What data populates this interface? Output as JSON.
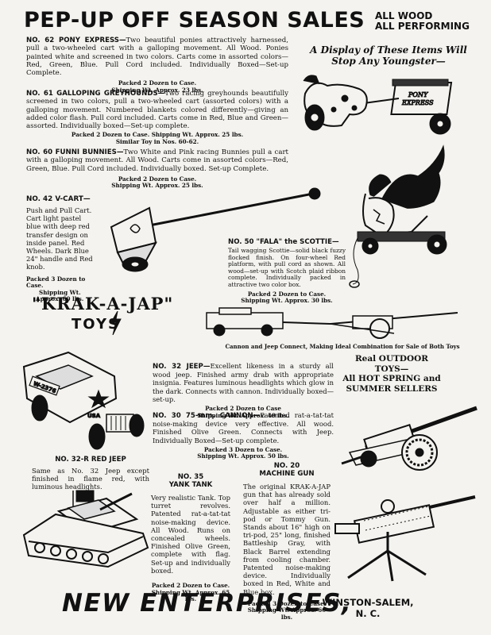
{
  "header": {
    "title": "PEP-UP OFF SEASON SALES",
    "tag_line1": "ALL WOOD",
    "tag_line2": "ALL PERFORMING"
  },
  "display_banner": {
    "line1": "A Display of These Items Will",
    "line2": "Stop Any Youngster—"
  },
  "items": {
    "pony": {
      "title": "NO. 62 PONY EXPRESS—",
      "text": "Two beautiful ponies attractively harnessed, pull a two-wheeled cart with a galloping movement. All Wood. Ponies painted white and screened in two colors. Carts come in assorted colors—Red, Green, Blue. Pull Cord included. Individually Boxed—Set-up Complete.",
      "pack1": "Packed 2 Dozen to Case.",
      "pack2": "Shipping Wt. Approx. 23 lbs.",
      "cart_label1": "PONY",
      "cart_label2": "EXPRESS"
    },
    "greyhounds": {
      "title": "NO. 61 GALLOPING GREYHOUNDS—",
      "text": "Two racing greyhounds beautifully screened in two colors, pull a two-wheeled cart (assorted colors) with a galloping movement. Numbered blankets colored differently—giving an added color flash. Pull cord included. Carts come in Red, Blue and Green—assorted. Individually boxed—Set-up complete.",
      "pack1": "Packed 2 Dozen to Case. Shipping Wt. Approx. 25 lbs.",
      "pack2": "Similar Toy in Nos. 60-62."
    },
    "bunnies": {
      "title": "NO. 60 FUNNI BUNNIES—",
      "text": "Two White and Pink racing Bunnies pull a cart with a galloping movement. All Wood. Carts come in assorted colors—Red, Green, Blue. Pull Cord included. Individually boxed. Set-up Complete.",
      "pack1": "Packed 2 Dozen to Case.",
      "pack2": "Shipping Wt. Approx. 25 lbs."
    },
    "vcart": {
      "title": "NO. 42 V-CART—",
      "text": "Push and Pull Cart. Cart light pastel blue with deep red transfer design on inside panel. Red Wheels. Dark Blue 24\" handle and Red knob.",
      "pack1": "Packed 3 Dozen to Case.",
      "pack2": "Shipping Wt.",
      "pack3": "Approx. 60 lbs."
    },
    "scottie": {
      "title": "NO. 50 \"FALA\" the SCOTTIE—",
      "text": "Tail wagging Scottie—solid black fuzzy flocked finish. On four-wheel Red platform, with pull cord as shown. All wood—set-up with Scotch plaid ribbon complete. Individually packed in attractive two color box.",
      "pack1": "Packed 2 Dozen to Case.",
      "pack2": "Shipping Wt. Approx. 30 lbs."
    },
    "jeep": {
      "title": "NO. 32 JEEP—",
      "text": "Excellent likeness in a sturdy all wood jeep. Finished army drab with appropriate insignia. Features luminous headlights which glow in the dark. Connects with cannon. Individually boxed—set-up.",
      "pack1": "Packed 2 Dozen to Case",
      "pack2": "Shipping Wt. Approx. 40 lbs.",
      "plate": "W-2376",
      "hood_text": "USA"
    },
    "cannon": {
      "title": "NO. 30 75-mm. CANNON—",
      "text": "Patented rat-a-tat-tat noise-making device very effective. All wood. Finished Olive Green. Connects with Jeep. Individually Boxed—Set-up complete.",
      "pack1": "Packed 3 Dozen to Case.",
      "pack2": "Shipping Wt. Approx. 50 lbs."
    },
    "red_jeep": {
      "title": "NO. 32-R RED JEEP",
      "text": "Same as No. 32 Jeep except finished in flame red, with luminous headlights."
    },
    "tank": {
      "title1": "NO. 35",
      "title2": "YANK TANK",
      "text": "Very realistic Tank. Top turret revolves. Patented rat-a-tat-tat noise-making device. All Wood. Runs on concealed wheels. Finished Olive Green, complete with flag. Set-up and individually boxed.",
      "pack1": "Packed 2 Dozen to Case.",
      "pack2": "Shipping Wt. Approx. 65 lbs."
    },
    "machine_gun": {
      "title1": "NO. 20",
      "title2": "MACHINE GUN",
      "text": "The original KRAK-A-JAP gun that has already sold over half a million. Adjustable as either tri-pod or Tommy Gun. Stands about 16\" high on tri-pod, 25\" long, finished Battleship Gray, with Black Barrel extending from cooling chamber. Patented noise-making device. Individually boxed in Red, White and Blue box.",
      "pack1": "Packed 3 Dozen to Case.",
      "pack2": "Shipping Wt. Approx. 60 lbs."
    }
  },
  "krak": {
    "line1": "\"KRAK-A-JAP\"",
    "line2": "TOYS"
  },
  "combo_caption": "Cannon and Jeep Connect, Making Ideal Combination for Sale of Both Toys",
  "outdoor": {
    "line1": "Real OUTDOOR",
    "line2": "TOYS—",
    "line3": "All HOT SPRING and",
    "line4": "SUMMER SELLERS"
  },
  "footer": {
    "company": "NEW ENTERPRISES,",
    "city": "WINSTON-SALEM,",
    "state": "N. C."
  }
}
